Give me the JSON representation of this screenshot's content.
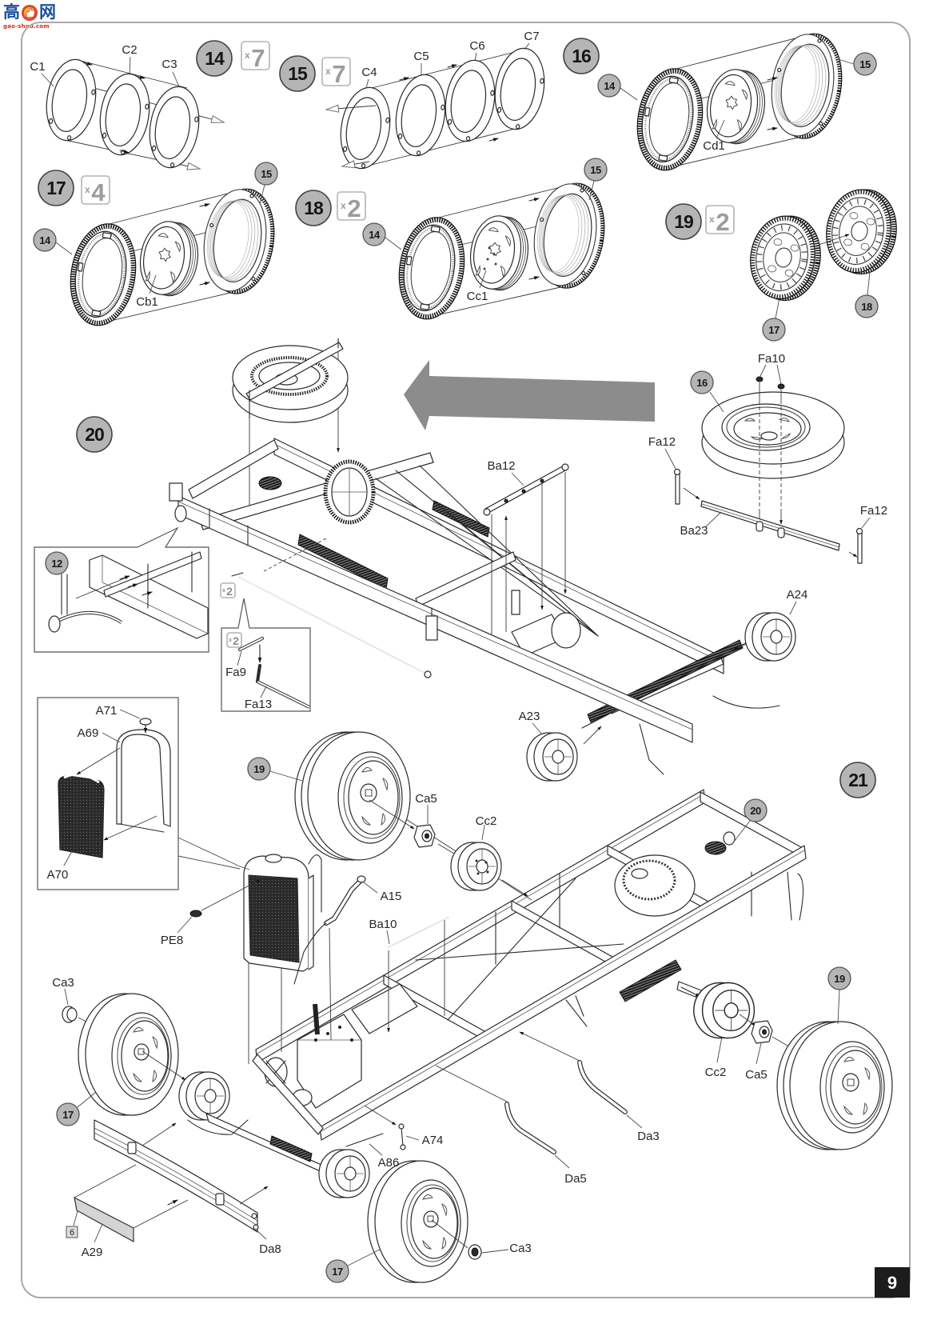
{
  "watermark": {
    "left_char": "高",
    "right_char": "网",
    "icon": "thumbs-up-icon",
    "url": "gao-shou.com"
  },
  "colors": {
    "step_badge": "#b5b5b5",
    "direction_arrow": "#8c8c8c",
    "page_number_bg": "#1c1c1c",
    "watermark_blue": "#1d4f9f",
    "watermark_red": "#d62b1e"
  },
  "quantity_symbol": "x",
  "page_number": "9",
  "steps": {
    "s14": {
      "number": "14",
      "quantity": "7",
      "parts": [
        "C1",
        "C2",
        "C3"
      ]
    },
    "s15": {
      "number": "15",
      "quantity": "7",
      "parts": [
        "C4",
        "C5",
        "C6",
        "C7"
      ]
    },
    "s16": {
      "number": "16",
      "refs": [
        "14",
        "15"
      ],
      "parts": [
        "Cd1"
      ]
    },
    "s17": {
      "number": "17",
      "quantity": "4",
      "refs": [
        "14",
        "15"
      ],
      "parts": [
        "Cb1"
      ]
    },
    "s18": {
      "number": "18",
      "quantity": "2",
      "refs": [
        "14",
        "15"
      ],
      "parts": [
        "Cc1"
      ]
    },
    "s19": {
      "number": "19",
      "quantity": "2",
      "refs": [
        "17",
        "18"
      ]
    },
    "s20": {
      "number": "20",
      "refs": [
        "16",
        "12"
      ],
      "inset_quantity": "2",
      "parts": [
        "Fa10",
        "Fa12",
        "Fa12",
        "Ba23",
        "Ba12",
        "A24",
        "A23",
        "Fa9",
        "Fa13"
      ]
    },
    "s21": {
      "number": "21",
      "refs": [
        "19",
        "20",
        "19",
        "17",
        "17"
      ],
      "paint_ref": "6",
      "parts": [
        "A71",
        "A69",
        "A70",
        "PE8",
        "Ca5",
        "Cc2",
        "A15",
        "Ba10",
        "Ca3",
        "Cc2",
        "Ca5",
        "Da3",
        "Da5",
        "A74",
        "A86",
        "A29",
        "Da8",
        "Ca3"
      ]
    }
  }
}
